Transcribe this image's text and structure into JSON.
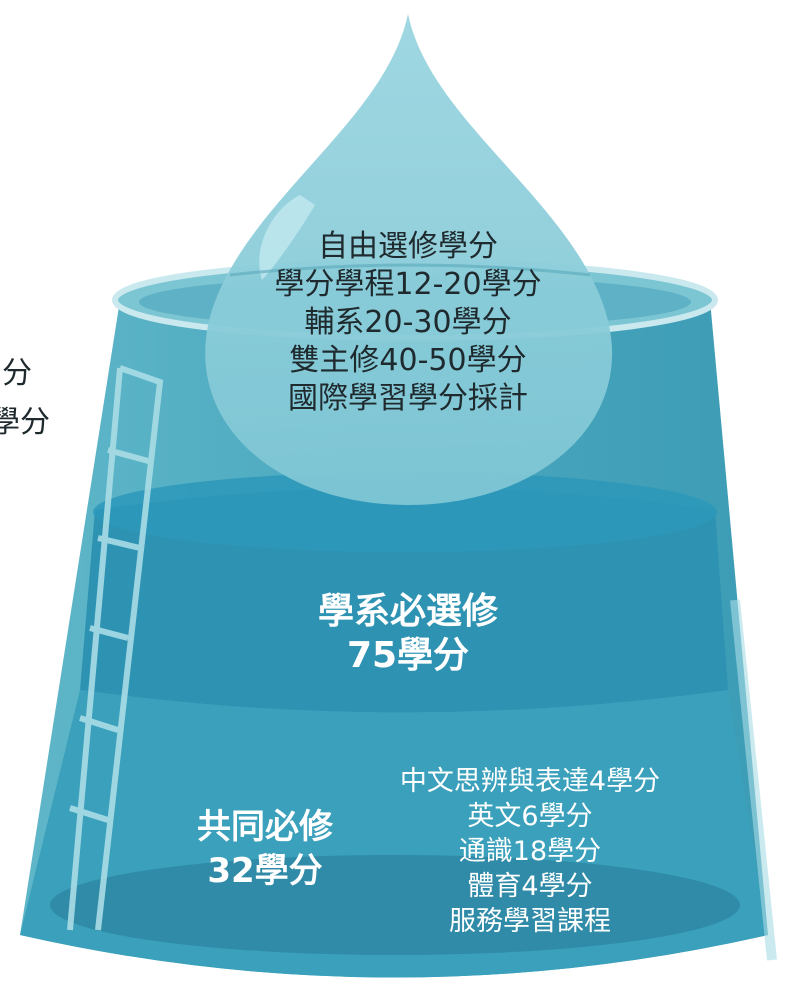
{
  "left_cut_text": [
    "分",
    "學分"
  ],
  "drop": {
    "lines": [
      "自由選修學分",
      "學分學程12-20學分",
      "輔系20-30學分",
      "雙主修40-50學分",
      "國際學習學分採計"
    ]
  },
  "middle": {
    "title": "學系必選修",
    "credits": "75學分"
  },
  "bottom": {
    "title": "共同必修",
    "credits": "32學分",
    "items": [
      "中文思辨與表達4學分",
      "英文6學分",
      "通識18學分",
      "體育4學分",
      "服務學習課程"
    ]
  },
  "colors": {
    "cup_light": "#6fc0cf",
    "cup_mid": "#2f93b3",
    "cup_dark": "#257c98",
    "drop": "#8fd0dc"
  }
}
